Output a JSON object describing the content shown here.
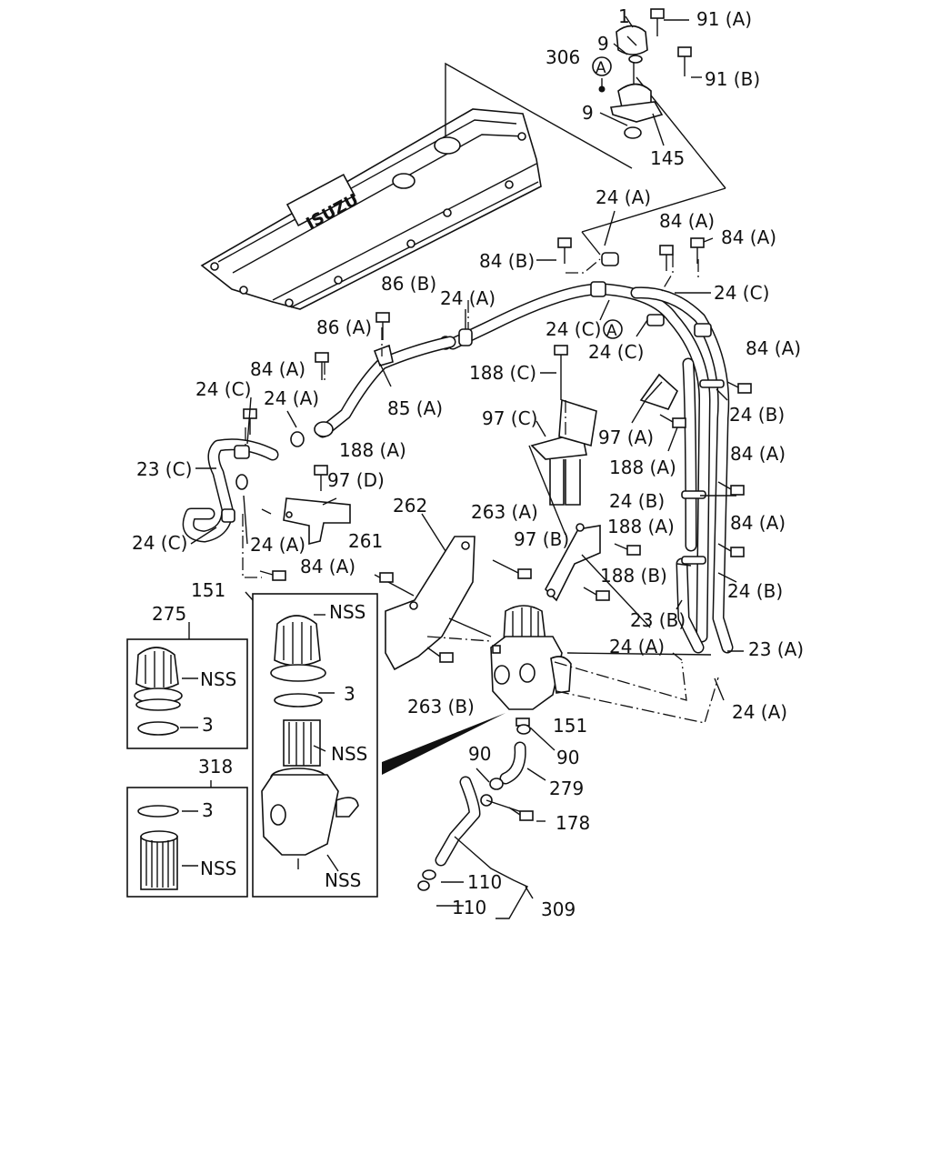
{
  "diagram": {
    "background": "#ffffff",
    "ink": "#111111",
    "engine_cover_logo": "ISUZU",
    "callouts": {
      "c_1": "1",
      "c_91a": "91 (A)",
      "c_9a": "9",
      "c_91b": "91 (B)",
      "c_306": "306",
      "c_A1": "A",
      "c_9b": "9",
      "c_145": "145",
      "c_24a_top": "24 (A)",
      "c_84a_top": "84 (A)",
      "c_84b": "84 (B)",
      "c_84a_top2": "84 (A)",
      "c_24c_right": "24 (C)",
      "c_86b": "86 (B)",
      "c_24a_mid": "24 (A)",
      "c_24c_mid": "24 (C)",
      "c_A2": "A",
      "c_86a": "86 (A)",
      "c_24c_mid2": "24 (C)",
      "c_84a_left": "84 (A)",
      "c_84a_r1": "84 (A)",
      "c_24c_left": "24 (C)",
      "c_24a_left": "24 (A)",
      "c_188c": "188 (C)",
      "c_85a": "85 (A)",
      "c_24b_r1": "24 (B)",
      "c_97c": "97 (C)",
      "c_97a": "97 (A)",
      "c_188a_top": "188 (A)",
      "c_97d": "97 (D)",
      "c_23c": "23 (C)",
      "c_188a_r": "188 (A)",
      "c_84a_r2": "84 (A)",
      "c_24b_r2": "24 (B)",
      "c_262": "262",
      "c_263a": "263 (A)",
      "c_84a_r3": "84 (A)",
      "c_188a_mid": "188 (A)",
      "c_24c_low": "24 (C)",
      "c_24a_low": "24 (A)",
      "c_261": "261",
      "c_97b": "97 (B)",
      "c_84a_low": "84 (A)",
      "c_188b": "188 (B)",
      "c_24b_r3": "24 (B)",
      "c_151_top": "151",
      "c_275": "275",
      "c_nss1": "NSS",
      "c_nss2": "NSS",
      "c_3a": "3",
      "c_23b": "23 (B)",
      "c_24a_r": "24 (A)",
      "c_23a": "23 (A)",
      "c_263b": "263 (B)",
      "c_24a_r2": "24 (A)",
      "c_3b": "3",
      "c_151_mid": "151",
      "c_nss3": "NSS",
      "c_90a": "90",
      "c_90b": "90",
      "c_318": "318",
      "c_279": "279",
      "c_3c": "3",
      "c_178": "178",
      "c_nss4": "NSS",
      "c_nss5": "NSS",
      "c_110a": "110",
      "c_110b": "110",
      "c_309": "309"
    }
  }
}
